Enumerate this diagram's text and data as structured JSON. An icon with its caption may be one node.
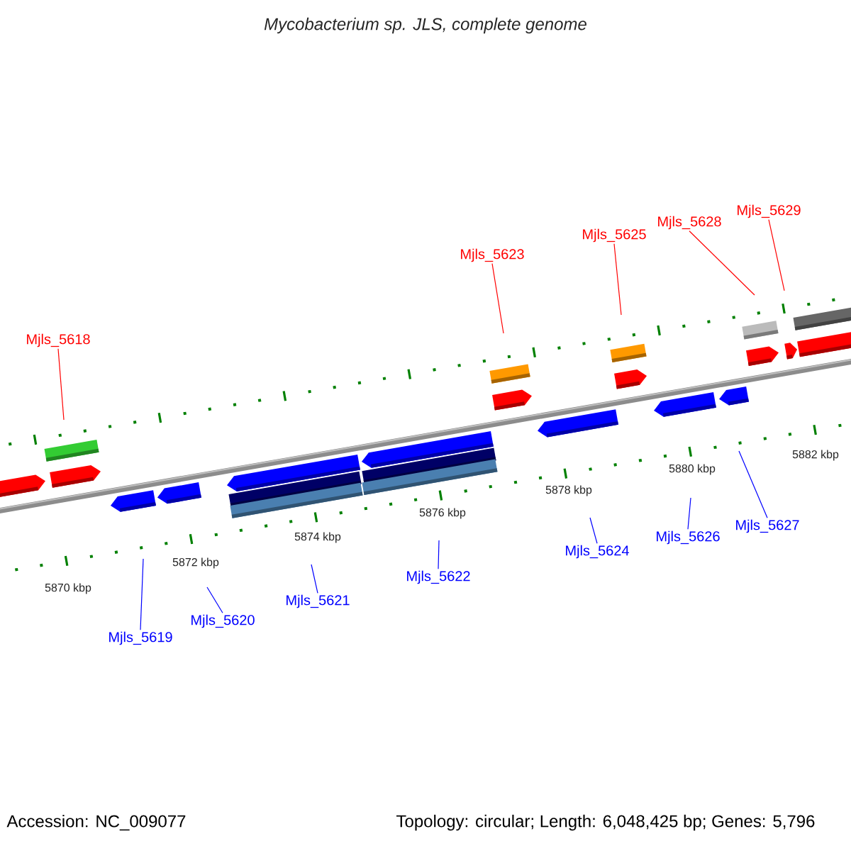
{
  "diagram": {
    "title": "Mycobacterium sp. JLS, complete genome",
    "nodes": [
      {
        "text": [
          "Mjls_5618"
        ]
      },
      {
        "text": [
          "Mjls_5623"
        ]
      },
      {
        "text": [
          "Mjls_5625"
        ]
      },
      {
        "text": [
          "Mjls_5628"
        ]
      },
      {
        "text": [
          "Mjls_5629"
        ]
      },
      {
        "text": [
          "Mjls_5619"
        ]
      },
      {
        "text": [
          "Mjls_5620"
        ]
      },
      {
        "text": [
          "Mjls_5621"
        ]
      },
      {
        "text": [
          "Mjls_5622"
        ]
      },
      {
        "text": [
          "Mjls_5624"
        ]
      },
      {
        "text": [
          "Mjls_5626"
        ]
      },
      {
        "text": [
          "Mjls_5627"
        ]
      }
    ],
    "edges": [
      {
        "from": 0,
        "to": null,
        "arrow": "none",
        "color": "#ff0000"
      },
      {
        "from": 1,
        "to": null,
        "arrow": "none",
        "color": "#ff0000"
      },
      {
        "from": 2,
        "to": null,
        "arrow": "none",
        "color": "#ff0000"
      },
      {
        "from": 3,
        "to": null,
        "arrow": "none",
        "color": "#ff0000"
      },
      {
        "from": 4,
        "to": null,
        "arrow": "none",
        "color": "#ff0000"
      },
      {
        "from": 5,
        "to": null,
        "arrow": "none"
      },
      {
        "from": 6,
        "to": null,
        "arrow": "none"
      },
      {
        "from": 7,
        "to": null,
        "arrow": "none"
      },
      {
        "from": 8,
        "to": null,
        "arrow": "none"
      },
      {
        "from": 9,
        "to": null,
        "arrow": "none"
      },
      {
        "from": 10,
        "to": null,
        "arrow": "none"
      },
      {
        "from": 11,
        "to": null,
        "arrow": "none"
      }
    ],
    "labels": [
      "5882 kbp",
      "5880 kbp",
      "5878 kbp",
      "5876 kbp",
      "5874 kbp",
      "5872 kbp",
      "5870 kbp",
      "Accession: NC_009077",
      "Topology: circular; Length: 6,048,425 bp; Genes: 5,796"
    ]
  }
}
